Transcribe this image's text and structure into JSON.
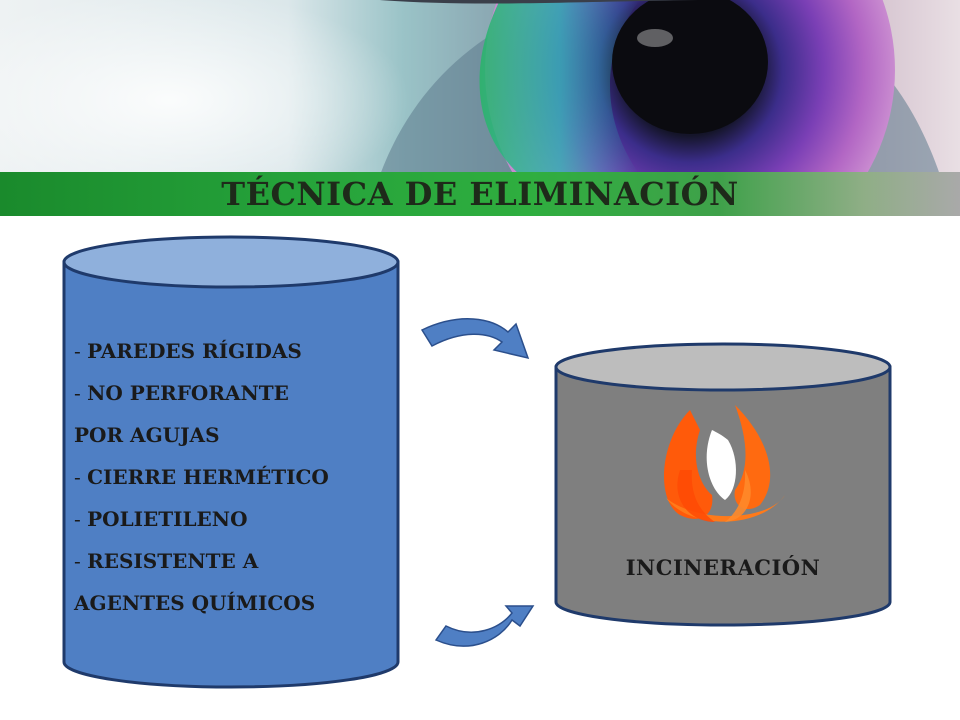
{
  "slide": {
    "title": "TÉCNICA DE ELIMINACIÓN"
  },
  "left_container": {
    "lines": [
      {
        "dash": "- ",
        "text": "PAREDES RÍGIDAS"
      },
      {
        "dash": "- ",
        "text": "NO PERFORANTE"
      },
      {
        "dash": "",
        "text": "POR AGUJAS"
      },
      {
        "dash": "- ",
        "text": "CIERRE HERMÉTICO"
      },
      {
        "dash": "- ",
        "text": "POLIETILENO"
      },
      {
        "dash": "- ",
        "text": "RESISTENTE A"
      },
      {
        "dash": "",
        "text": "AGENTES QUÍMICOS"
      }
    ],
    "fill_color": "#4f7fc4",
    "stroke_color": "#1f3a6b"
  },
  "right_container": {
    "label": "INCINERACIÓN",
    "fill_color": "#7f7f7f",
    "stroke_color": "#1f3a6b"
  },
  "colors": {
    "title_bar": "#2fae3f",
    "arrow": "#4f7fc4",
    "flame": "#ff5a0a"
  },
  "icons": {
    "flame": "flame-icon",
    "eye": "eye-image"
  }
}
